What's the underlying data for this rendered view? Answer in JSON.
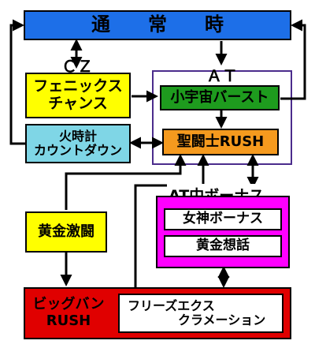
{
  "colors": {
    "tsujo": "#1d6fe8",
    "yellow": "#ffff00",
    "cyan": "#7fd6e6",
    "green": "#1e9b1e",
    "orange": "#f59a1e",
    "magenta": "#ff00ff",
    "red": "#e00000",
    "frame": "#4b2c8c"
  },
  "nodes": {
    "tsujo": "通　　常　　時",
    "cz_label": "ＣＺ",
    "phoenix": "フェニックス\nチャンス",
    "hidokei": "火時計\nカウントダウン",
    "at_label": "ＡＴ",
    "kouchu": "小宇宙バースト",
    "seitoshi": "聖闘士RUSH",
    "at_bonus_label": "AT中ボーナス",
    "megami": "女神ボーナス",
    "ougon_souwa": "黄金想話",
    "ougon_gekito": "黄金激闘",
    "bigbang": "ビッグバン\nRUSH",
    "freeze": "フリーズエクス\n　　　　クラメーション"
  }
}
